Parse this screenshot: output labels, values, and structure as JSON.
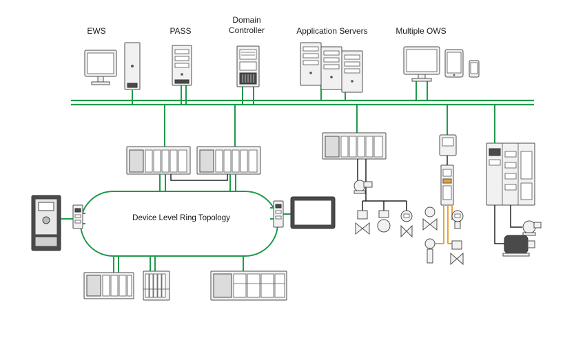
{
  "labels": {
    "ews": "EWS",
    "pass": "PASS",
    "domain_controller_line1": "Domain",
    "domain_controller_line2": "Controller",
    "application_servers": "Application Servers",
    "multiple_ows": "Multiple OWS",
    "device_level_ring": "Device Level Ring Topology"
  },
  "colors": {
    "network": "#1f9a4a",
    "instrument_wiring": "#e8a23a",
    "device_outline": "#4d4d4d"
  }
}
